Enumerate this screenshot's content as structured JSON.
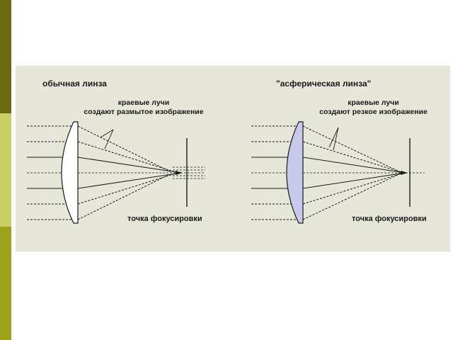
{
  "colors": {
    "slide_background": "#ffffff",
    "left_bar_top": "#6b6b12",
    "left_bar_middle": "#c9cf62",
    "left_bar_bottom": "#9ea21b",
    "panel_background": "#e6e6d9",
    "ordinary_lens_fill": "#ffffff",
    "aspheric_lens_fill": "#c8c8ea",
    "line_color": "#1a1a1a"
  },
  "left_diagram": {
    "title": "обычная линза",
    "rays_note_line1": "краевые лучи",
    "rays_note_line2": "создают размытое изображение",
    "focus_label": "точка фокусировки"
  },
  "right_diagram": {
    "title": "\"асферическая линза\"",
    "rays_note_line1": "краевые лучи",
    "rays_note_line2": "создают резкое изображение",
    "focus_label": "точка фокусировки"
  }
}
